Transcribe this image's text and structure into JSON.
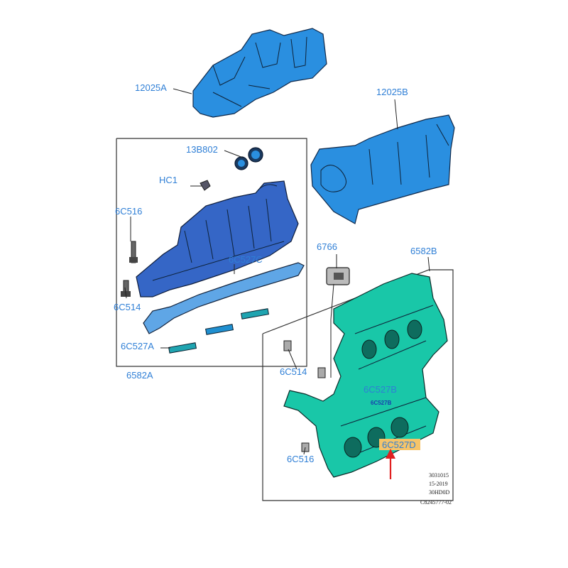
{
  "parts": {
    "p12025A": "12025A",
    "p12025B": "12025B",
    "p13B802": "13B802",
    "pHC1": "HC1",
    "p6C516_left": "6C516",
    "p6C527C": "6C527C",
    "p6C514_left": "6C514",
    "p6C527A": "6C527A",
    "p6582A": "6582A",
    "p6766": "6766",
    "p6582B": "6582B",
    "p6C514_right": "6C514",
    "p6C527B": "6C527B",
    "p6C527B_small": "6C527B",
    "p6C516_right": "6C516",
    "p6C527D": "6C527D"
  },
  "footer": {
    "line1": "3031015",
    "line2": "15-2019",
    "line3": "30HD0D",
    "line4": "C8245777-02"
  },
  "colors": {
    "callout_text": "#2f7fd6",
    "cover_blue": "#2a8fe0",
    "valve_cover": "#3566c6",
    "highlight_part": "#19c7a8",
    "highlight_label_bg": "#f5c469",
    "arrow_red": "#e02020"
  }
}
